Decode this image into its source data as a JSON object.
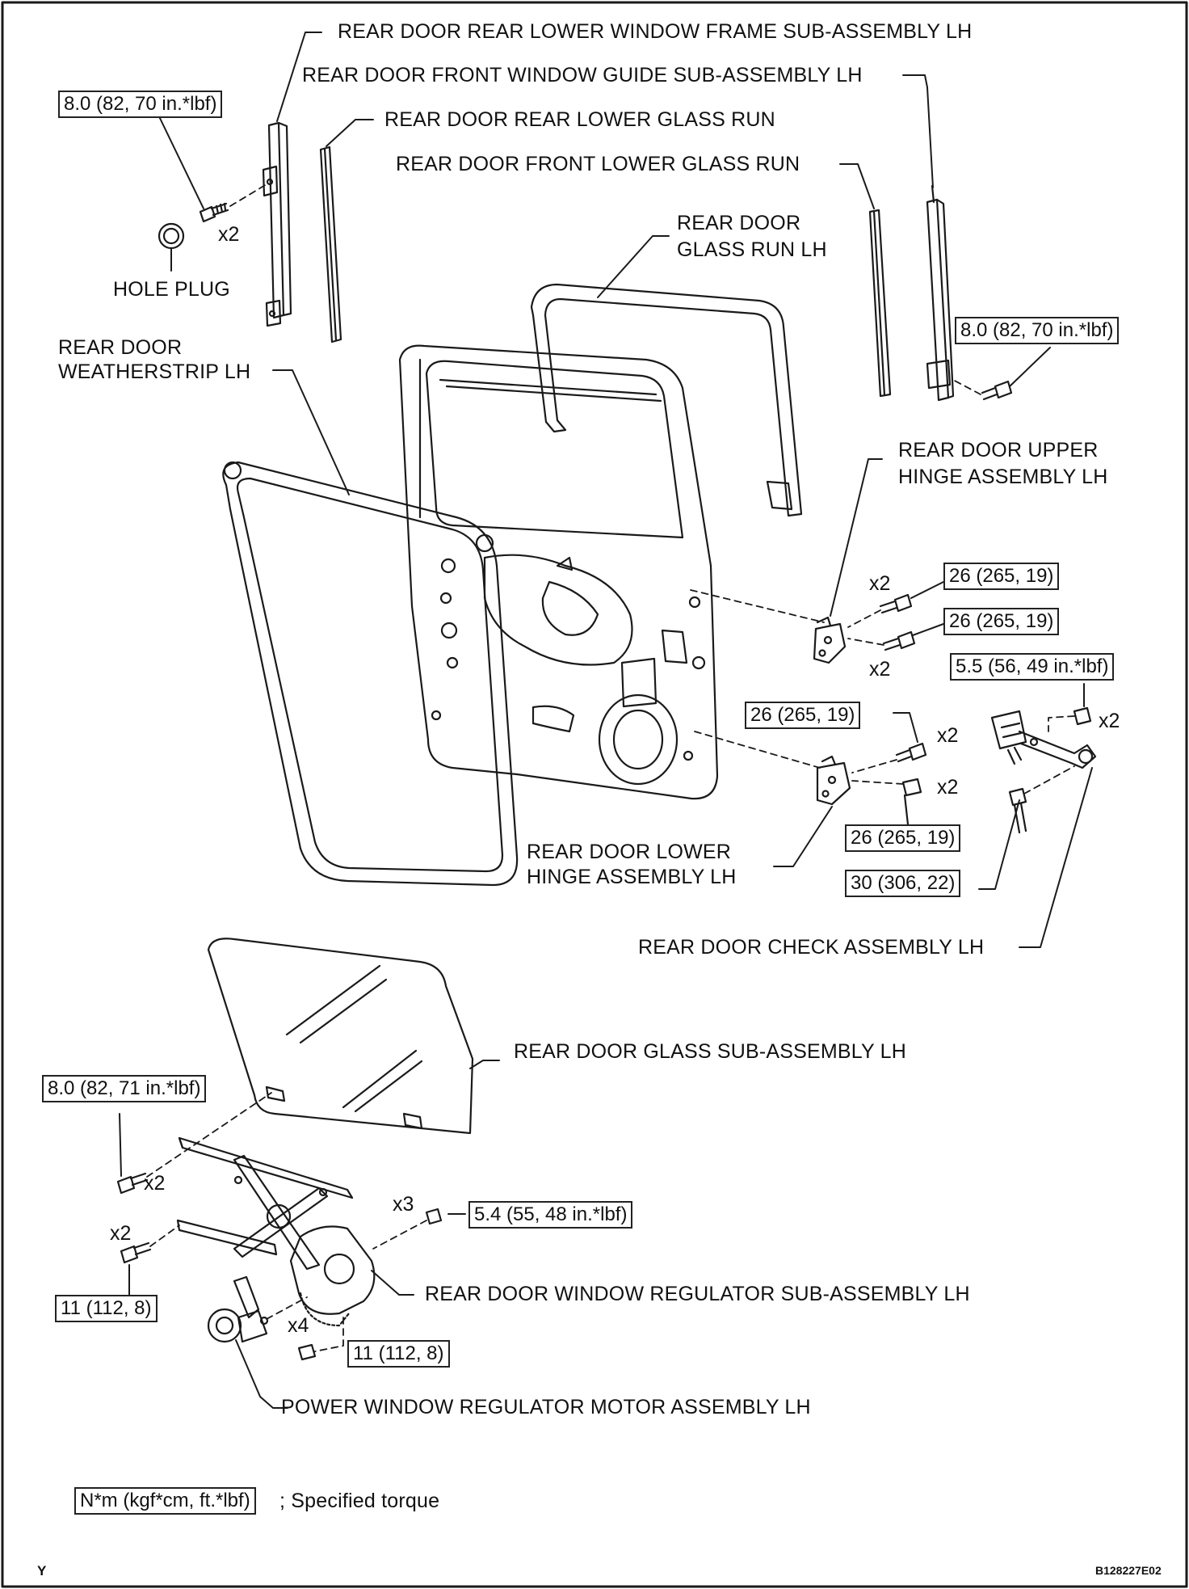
{
  "labels": {
    "rear_lower_window_frame": "REAR DOOR REAR LOWER WINDOW FRAME SUB-ASSEMBLY LH",
    "front_window_guide": "REAR DOOR FRONT WINDOW GUIDE SUB-ASSEMBLY LH",
    "rear_lower_glass_run": "REAR DOOR REAR LOWER GLASS RUN",
    "front_lower_glass_run": "REAR DOOR FRONT LOWER GLASS RUN",
    "glass_run_line1": "REAR DOOR",
    "glass_run_line2": "GLASS RUN LH",
    "hole_plug": "HOLE PLUG",
    "weatherstrip_line1": "REAR DOOR",
    "weatherstrip_line2": "WEATHERSTRIP LH",
    "upper_hinge_line1": "REAR DOOR UPPER",
    "upper_hinge_line2": "HINGE ASSEMBLY LH",
    "lower_hinge_line1": "REAR DOOR LOWER",
    "lower_hinge_line2": "HINGE ASSEMBLY LH",
    "door_check": "REAR DOOR CHECK ASSEMBLY LH",
    "glass_sub_assembly": "REAR DOOR GLASS SUB-ASSEMBLY LH",
    "window_regulator": "REAR DOOR WINDOW REGULATOR SUB-ASSEMBLY LH",
    "regulator_motor": "POWER WINDOW REGULATOR MOTOR ASSEMBLY LH"
  },
  "torques": {
    "frame_bolt": "8.0 (82, 70 in.*lbf)",
    "guide_bolt": "8.0 (82, 70 in.*lbf)",
    "upper_hinge_1": "26 (265, 19)",
    "upper_hinge_2": "26 (265, 19)",
    "check_nut": "5.5 (56, 49 in.*lbf)",
    "lower_hinge_1": "26 (265, 19)",
    "lower_hinge_2": "26 (265, 19)",
    "check_bolt": "30 (306, 22)",
    "glass_bolt": "8.0 (82, 71 in.*lbf)",
    "regulator_bolt_x3": "5.4 (55, 48 in.*lbf)",
    "regulator_bolt_x2": "11 (112,  8)",
    "motor_bolt_x4": "11 (112,  8)"
  },
  "quantities": {
    "frame_bolt": "x2",
    "upper_hinge_1": "x2",
    "upper_hinge_2": "x2",
    "check_nut": "x2",
    "lower_hinge_1": "x2",
    "lower_hinge_2": "x2",
    "glass_bolt": "x2",
    "regulator_x3": "x3",
    "regulator_x2": "x2",
    "motor_x4": "x4"
  },
  "legend": {
    "unit_box": "N*m (kgf*cm, ft.*lbf)",
    "unit_text": "; Specified torque"
  },
  "footer": {
    "corner_mark": "Y",
    "figure_code": "B128227E02"
  }
}
